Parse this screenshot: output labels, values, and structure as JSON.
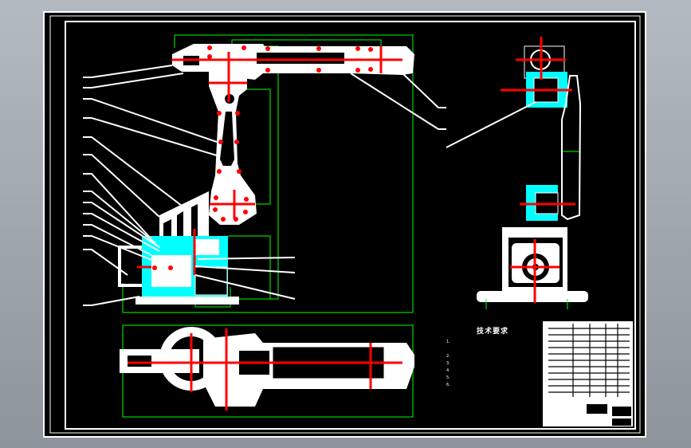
{
  "drawing": {
    "colors": {
      "background": "#000000",
      "part": "#ffffff",
      "centerline": "#ff0000",
      "dimension": "#00ff00",
      "section": "#00ffff"
    },
    "views": [
      "front-view",
      "side-view",
      "top-view"
    ]
  },
  "notes": {
    "title": "技术要求",
    "items": [
      "1.",
      "2.",
      "3.",
      "4.",
      "5.",
      "6."
    ]
  }
}
